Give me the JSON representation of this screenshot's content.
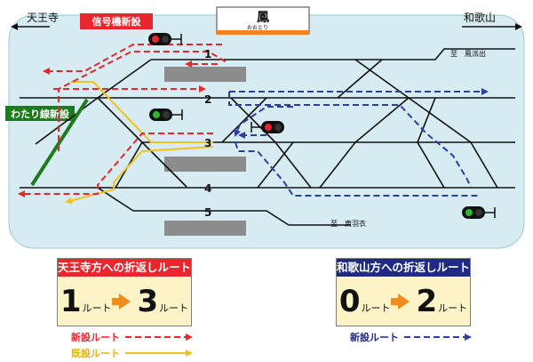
{
  "station": {
    "name": "鳳",
    "reading": "おおとり"
  },
  "directions": {
    "left": "天王寺",
    "right": "和歌山"
  },
  "tags": {
    "signal_new": "信号機新設",
    "crossover_new": "わたり線新設"
  },
  "tracks": [
    "1",
    "2",
    "3",
    "4",
    "5"
  ],
  "branches": {
    "upper": "至　鳳派出",
    "lower": "至　東羽衣"
  },
  "box_left": {
    "title": "天王寺方への折返しルート",
    "from": "1",
    "to": "3",
    "suffix": "ルート"
  },
  "box_right": {
    "title": "和歌山方への折返しルート",
    "from": "0",
    "to": "2",
    "suffix": "ルート"
  },
  "legend": {
    "new_route_red": "新設ルート",
    "existing_route": "既設ルート",
    "new_route_blue": "新設ルート"
  },
  "colors": {
    "background_panel": "#d7ecf2",
    "new_route_red": "#e8262b",
    "existing_route": "#f2c21c",
    "new_route_blue": "#2c3da6",
    "crossover": "#1d7a1d",
    "platform": "#8c8c8c",
    "station_bar": "#f5821f",
    "box_left_head": "#e8262b",
    "box_right_head": "#1e2a86"
  }
}
